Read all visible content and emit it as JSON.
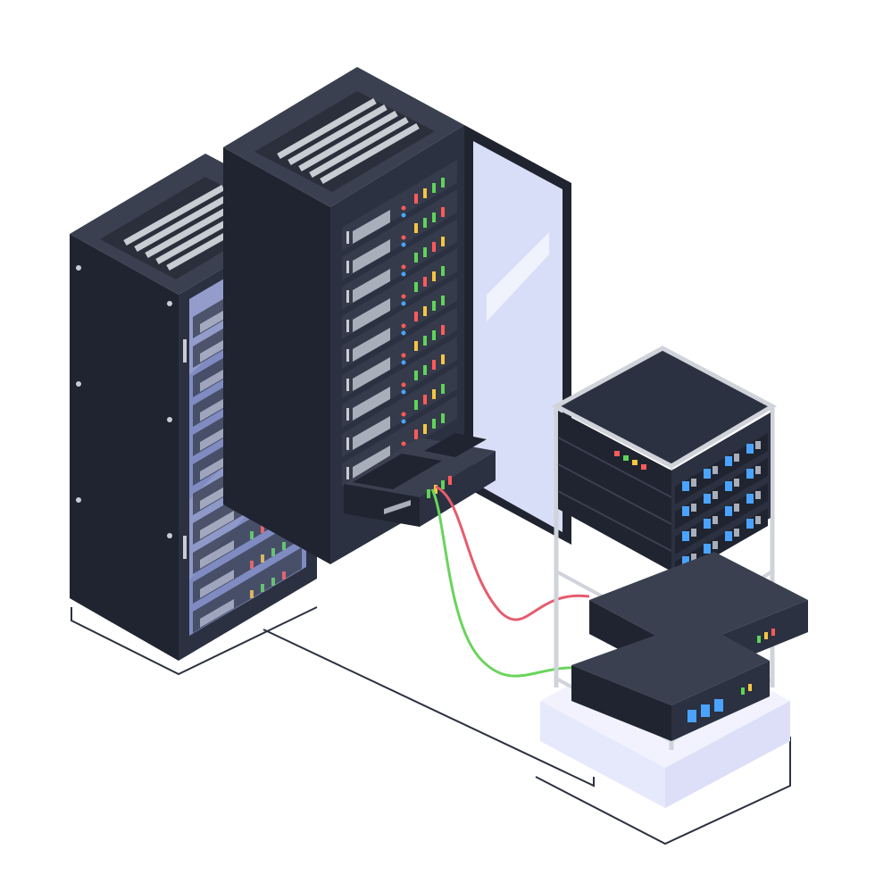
{
  "scene": {
    "subject": "isometric-server-room",
    "objects": [
      "server-rack-glass-door",
      "server-rack-open-door",
      "open-frame-server-rack",
      "network-cables"
    ]
  },
  "colors": {
    "background": "#ffffff",
    "rack_dark": "#2b3140",
    "rack_side": "#1f2430",
    "rack_top": "#3a4050",
    "vent": "#c9ccd3",
    "glass": "#8f9bd9",
    "door_panel": "#d9def8",
    "unit_face": "#353b4a",
    "unit_screen": "#a9aebb",
    "led_green": "#5fd35a",
    "led_red": "#ff5a5a",
    "led_yellow": "#f5c542",
    "led_blue": "#4aa3ff",
    "cable_red": "#e65c6e",
    "cable_green": "#6ad45c",
    "frame": "#d0d3da",
    "base": "#e6e8fb",
    "floor_line": "#2b3140"
  }
}
